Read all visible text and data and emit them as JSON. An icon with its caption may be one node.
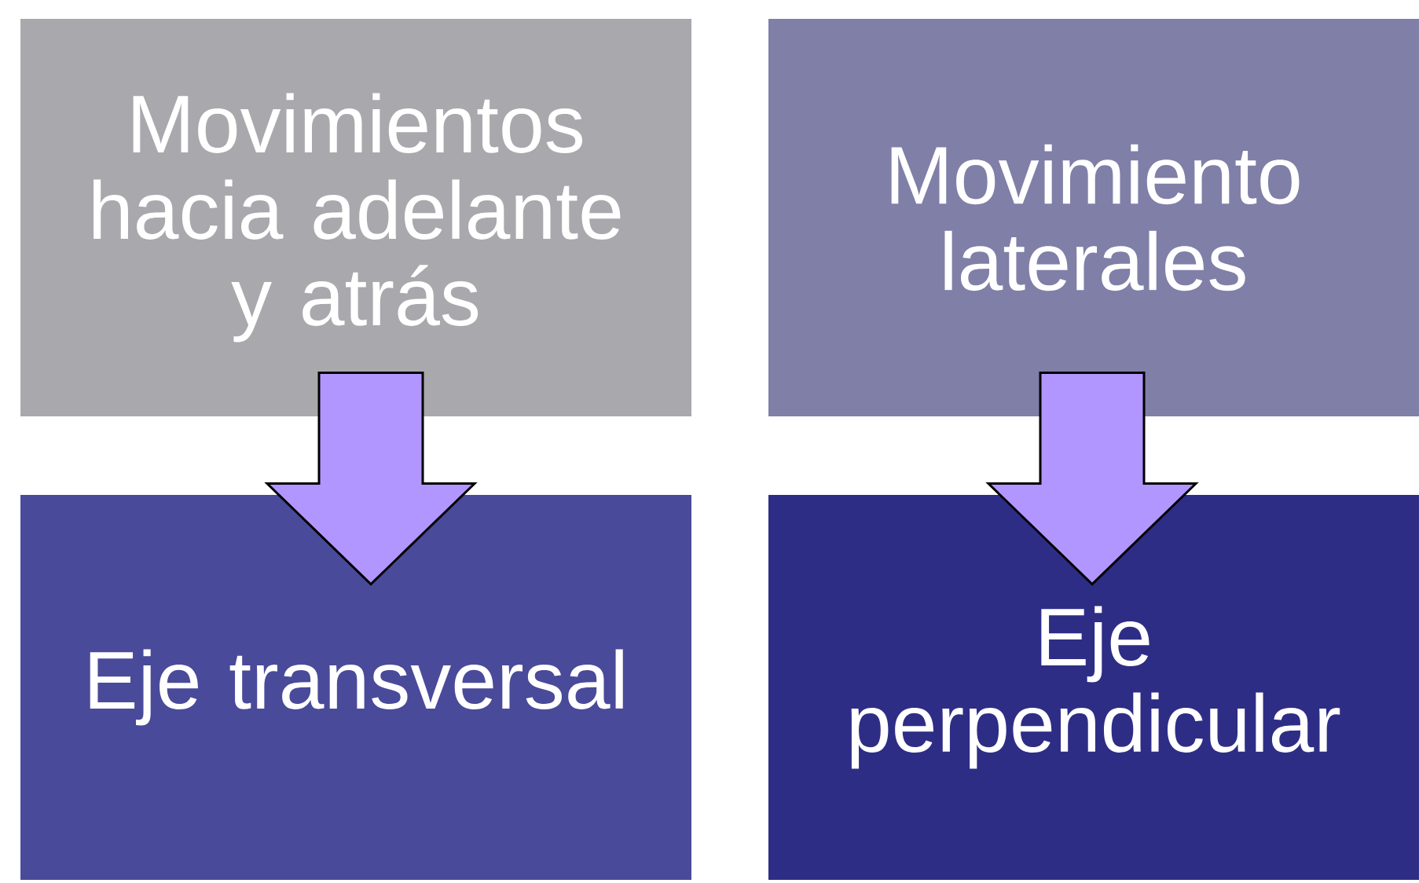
{
  "diagram": {
    "nodes": [
      {
        "text": [
          "Movimientos hacia adelante y atrás"
        ]
      },
      {
        "text": [
          "Movimiento laterales"
        ]
      },
      {
        "text": [
          "Eje transversal"
        ]
      },
      {
        "text": [
          "Eje perpendicular"
        ]
      }
    ],
    "edges": [
      {
        "from": 0,
        "to": 2,
        "arrow": "to"
      },
      {
        "from": 1,
        "to": 3,
        "arrow": "to"
      }
    ]
  }
}
